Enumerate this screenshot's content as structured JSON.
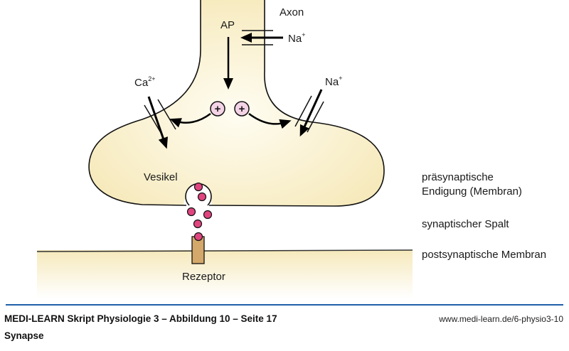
{
  "labels": {
    "axon": "Axon",
    "ap": "AP",
    "na_top": "Na",
    "na_top_charge": "+",
    "ca": "Ca",
    "ca_charge": "2+",
    "na_right": "Na",
    "na_right_charge": "+",
    "plus": "+",
    "vesikel": "Vesikel",
    "rezeptor": "Rezeptor"
  },
  "legend": {
    "presynaptic_line1": "präsynaptische",
    "presynaptic_line2": "Endigung (Membran)",
    "cleft": "synaptischer Spalt",
    "postsynaptic": "postsynaptische Membran"
  },
  "footer": {
    "title": "MEDI-LEARN Skript Physiologie 3 – Abbildung 10 – Seite 17",
    "subtitle": "Synapse",
    "url": "www.medi-learn.de/6-physio3-10"
  },
  "colors": {
    "cytoplasm": "#f7ecc0",
    "ion": "#f4d3e6",
    "transmitter": "#e0457f",
    "receptor": "#d3a86a",
    "rule": "#1f5fa8"
  }
}
